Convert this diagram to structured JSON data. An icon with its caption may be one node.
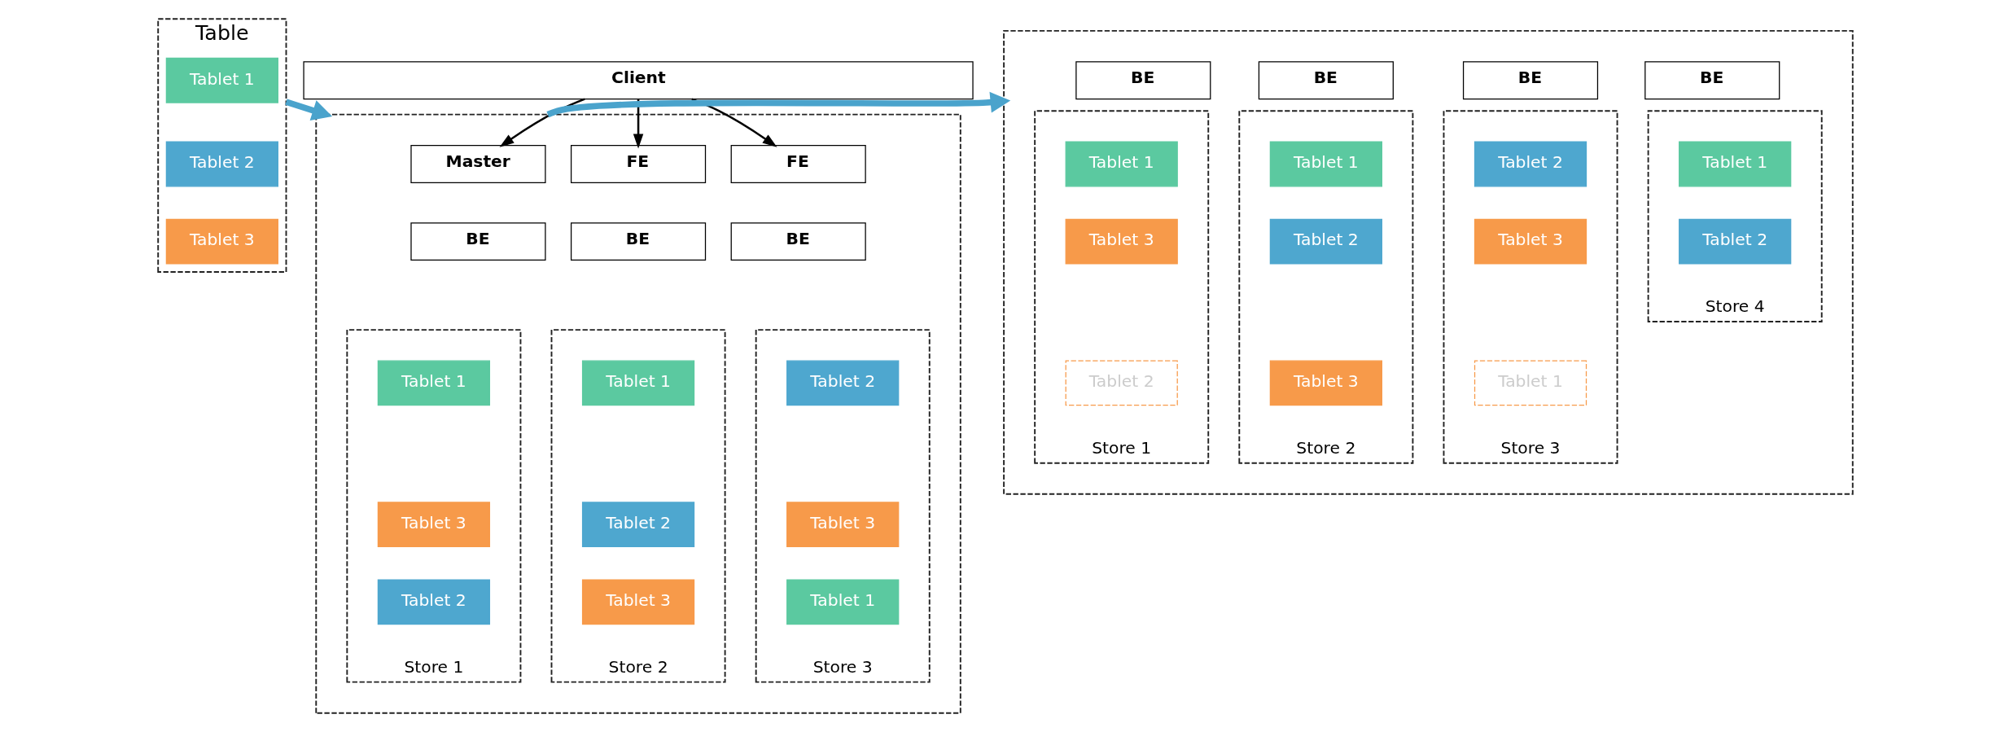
{
  "diagram": {
    "nodes": [
      {
        "text": [
          "Table"
        ]
      },
      {
        "text": [
          "Tablet 1"
        ],
        "in": 0
      },
      {
        "text": [
          "Tablet 2"
        ],
        "in": 0
      },
      {
        "text": [
          "Tablet 3"
        ],
        "in": 0
      },
      {
        "text": [
          "Client"
        ]
      },
      {
        "text": [],
        "shape": "box"
      },
      {
        "text": [
          "Master"
        ],
        "in": 5
      },
      {
        "text": [
          "FE"
        ],
        "in": 5
      },
      {
        "text": [
          "FE"
        ],
        "in": 5
      },
      {
        "text": [
          "BE"
        ],
        "in": 5
      },
      {
        "text": [
          "Store 1"
        ],
        "in": 5
      },
      {
        "text": [
          "Tablet 1"
        ],
        "in": 10
      },
      {
        "text": [
          "Tablet 3"
        ],
        "in": 10
      },
      {
        "text": [
          "Tablet 2"
        ],
        "in": 10
      },
      {
        "text": [
          "BE"
        ],
        "in": 5
      },
      {
        "text": [
          "Store 2"
        ],
        "in": 5
      },
      {
        "text": [
          "Tablet 1"
        ],
        "in": 15
      },
      {
        "text": [
          "Tablet 2"
        ],
        "in": 15
      },
      {
        "text": [
          "Tablet 3"
        ],
        "in": 15
      },
      {
        "text": [
          "BE"
        ],
        "in": 5
      },
      {
        "text": [
          "Store 3"
        ],
        "in": 5
      },
      {
        "text": [
          "Tablet 2"
        ],
        "in": 20
      },
      {
        "text": [
          "Tablet 3"
        ],
        "in": 20
      },
      {
        "text": [
          "Tablet 1"
        ],
        "in": 20
      },
      {
        "text": [],
        "shape": "box"
      },
      {
        "text": [
          "BE"
        ],
        "in": 24
      },
      {
        "text": [
          "Store 1"
        ],
        "in": 24
      },
      {
        "text": [
          "Tablet 1"
        ],
        "in": 26
      },
      {
        "text": [
          "Tablet 3"
        ],
        "in": 26
      },
      {
        "text": [
          "Tablet 2"
        ],
        "in": 26
      },
      {
        "text": [
          "BE"
        ],
        "in": 24
      },
      {
        "text": [
          "Store 2"
        ],
        "in": 24
      },
      {
        "text": [
          "Tablet 1"
        ],
        "in": 31
      },
      {
        "text": [
          "Tablet 2"
        ],
        "in": 31
      },
      {
        "text": [
          "Tablet 3"
        ],
        "in": 31
      },
      {
        "text": [
          "BE"
        ],
        "in": 24
      },
      {
        "text": [
          "Store 3"
        ],
        "in": 24
      },
      {
        "text": [
          "Tablet 2"
        ],
        "in": 36
      },
      {
        "text": [
          "Tablet 3"
        ],
        "in": 36
      },
      {
        "text": [
          "Tablet 1"
        ],
        "in": 36
      },
      {
        "text": [
          "BE"
        ],
        "in": 24
      },
      {
        "text": [
          "Store 4"
        ],
        "in": 24
      },
      {
        "text": [
          "Tablet 1"
        ],
        "in": 41
      },
      {
        "text": [
          "Tablet 2"
        ],
        "in": 41
      }
    ],
    "edges": [
      {
        "from": 4,
        "to": 6,
        "arrow": "to"
      },
      {
        "from": 4,
        "to": 7,
        "arrow": "to"
      },
      {
        "from": 4,
        "to": 8,
        "arrow": "to"
      },
      {
        "from": 0,
        "to": 5,
        "arrow": "to",
        "style": "thick",
        "color": "#4aa3cc"
      },
      {
        "from": 5,
        "to": 24,
        "arrow": "to",
        "style": "thick",
        "color": "#4aa3cc"
      }
    ]
  }
}
